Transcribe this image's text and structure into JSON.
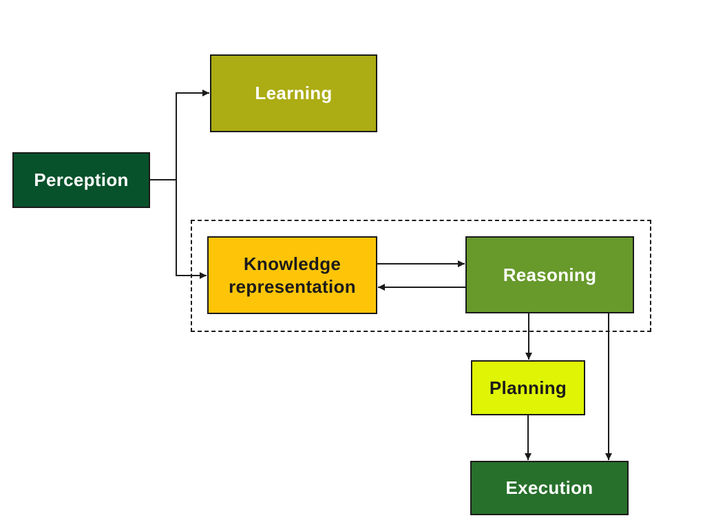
{
  "diagram": {
    "background": "#FFFFFF",
    "line_color": "#1A1A1A",
    "nodes": {
      "perception": {
        "label": "Perception",
        "fill": "#07522B",
        "text_color": "#FFFFFF"
      },
      "learning": {
        "label": "Learning",
        "fill": "#ACAC14",
        "text_color": "#FFFFFF"
      },
      "knowledge_representation": {
        "label": "Knowledge representation",
        "fill": "#FEC508",
        "text_color": "#1B1B1B"
      },
      "reasoning": {
        "label": "Reasoning",
        "fill": "#67992B",
        "text_color": "#FFFFFF"
      },
      "planning": {
        "label": "Planning",
        "fill": "#DFF505",
        "text_color": "#1B1B1B"
      },
      "execution": {
        "label": "Execution",
        "fill": "#27702B",
        "text_color": "#FFFFFF"
      }
    },
    "group": {
      "style": "dashed-rectangle",
      "members": [
        "knowledge_representation",
        "reasoning"
      ]
    },
    "edges": [
      {
        "from": "perception",
        "to": "learning",
        "arrow": true
      },
      {
        "from": "perception",
        "to": "knowledge_representation",
        "arrow": true
      },
      {
        "from": "knowledge_representation",
        "to": "reasoning",
        "arrow": true
      },
      {
        "from": "reasoning",
        "to": "knowledge_representation",
        "arrow": true
      },
      {
        "from": "reasoning",
        "to": "planning",
        "arrow": true
      },
      {
        "from": "planning",
        "to": "execution",
        "arrow": true
      },
      {
        "from": "reasoning",
        "to": "execution",
        "arrow": true
      }
    ]
  }
}
